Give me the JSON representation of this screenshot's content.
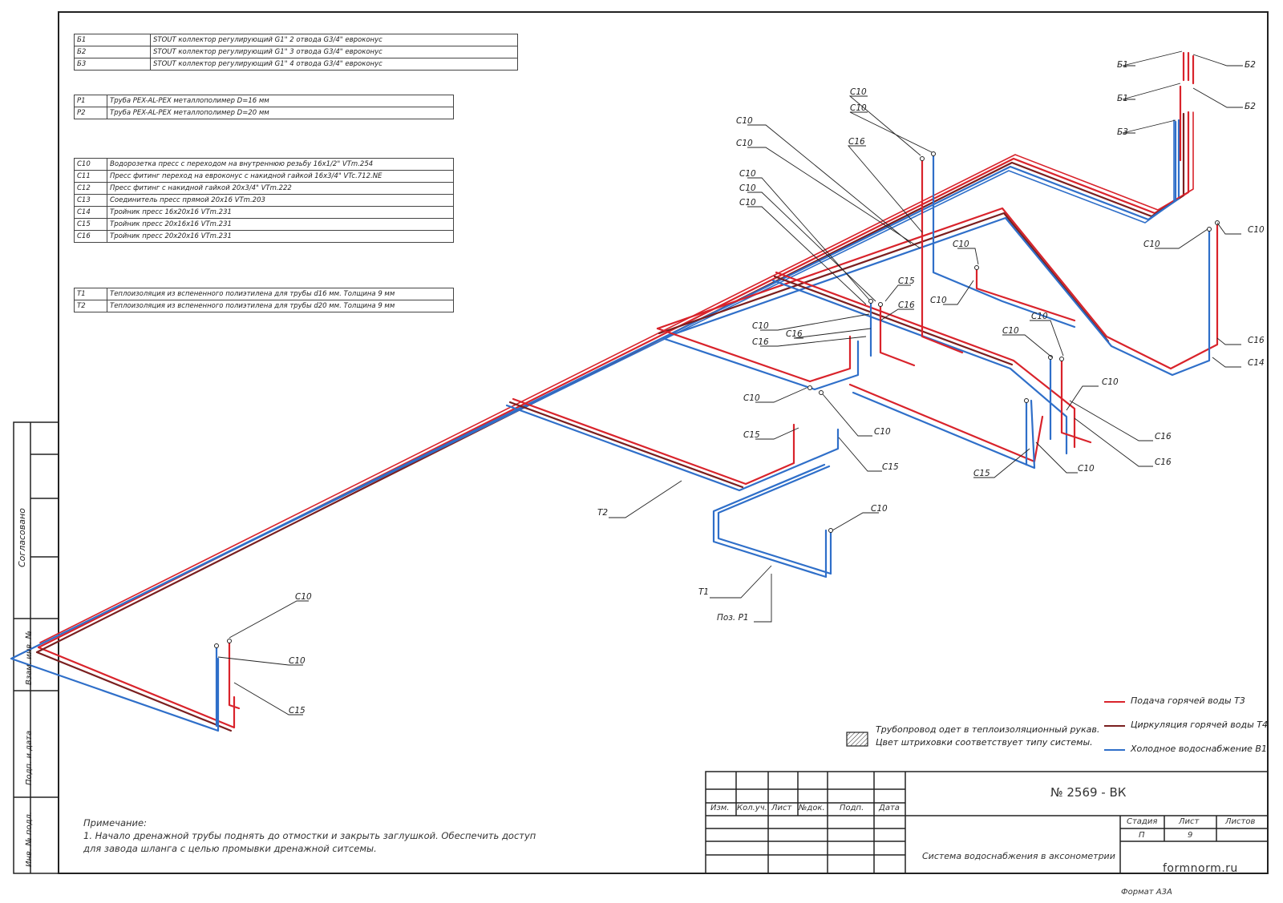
{
  "collectors_table": [
    {
      "code": "Б1",
      "desc": "STOUT коллектор регулирующий  G1\" 2 отвода G3/4\" евроконус"
    },
    {
      "code": "Б2",
      "desc": "STOUT коллектор регулирующий  G1\" 3 отвода G3/4\" евроконус"
    },
    {
      "code": "Б3",
      "desc": "STOUT коллектор регулирующий  G1\" 4 отвода G3/4\" евроконус"
    }
  ],
  "pipes_table": [
    {
      "code": "Р1",
      "desc": "Труба PEX-AL-PEX металлополимер D=16 мм"
    },
    {
      "code": "Р2",
      "desc": "Труба PEX-AL-PEX металлополимер D=20 мм"
    }
  ],
  "fittings_table": [
    {
      "code": "С10",
      "desc": "Водорозетка пресс с переходом на внутреннюю резьбу 16х1/2\" VTm.254"
    },
    {
      "code": "С11",
      "desc": "Пресс фитинг переход на евроконус с накидной гайкой 16х3/4\" VTc.712.NE"
    },
    {
      "code": "С12",
      "desc": "Пресс фитинг с накидной гайкой 20х3/4\" VTm.222"
    },
    {
      "code": "С13",
      "desc": "Соединитель пресс прямой 20х16 VTm.203"
    },
    {
      "code": "С14",
      "desc": "Тройник пресс 16х20х16 VTm.231"
    },
    {
      "code": "С15",
      "desc": "Тройник пресс 20х16х16 VTm.231"
    },
    {
      "code": "С16",
      "desc": "Тройник пресс 20х20х16 VTm.231"
    }
  ],
  "insulation_table": [
    {
      "code": "Т1",
      "desc": "Теплоизоляция из вспененного полиэтилена для трубы d16 мм. Толщина 9 мм"
    },
    {
      "code": "Т2",
      "desc": "Теплоизоляция из вспененного полиэтилена для трубы d20 мм. Толщина 9 мм"
    }
  ],
  "labels": {
    "c10": "С10",
    "c14": "С14",
    "c15": "С15",
    "c16": "С16",
    "b1": "Б1",
    "b2": "Б2",
    "b3": "Б3",
    "t1": "Т1",
    "t2": "Т2",
    "pos_p1": "Поз. Р1"
  },
  "legend": {
    "hatch_text_1": "Трубопровод одет в теплоизоляционный рукав.",
    "hatch_text_2": "Цвет штриховки соответствует типу системы.",
    "items": [
      {
        "label": "Подача горячей воды Т3",
        "color": "#d9232b"
      },
      {
        "label": "Циркуляция горячей воды Т4",
        "color": "#7a1f1f"
      },
      {
        "label": "Холодное водоснабжение В1",
        "color": "#2f6fc9"
      }
    ]
  },
  "note": {
    "title": "Примечание:",
    "line1": "1. Начало дренажной трубы поднять до отмостки и закрыть заглушкой. Обеспечить доступ",
    "line2": "для завода шланга с целью промывки дренажной ситсемы."
  },
  "side_stamps": {
    "agreed": "Согласовано",
    "replaced": "Взам. инв. №",
    "sign_date": "Подп. и дата",
    "inv_no": "Инв. № подл."
  },
  "title_block": {
    "doc_number": "№ 2569 - ВК",
    "sheet_title": "Система водоснабжения в аксонометрии",
    "col_izm": "Изм.",
    "col_kol": "Кол.уч.",
    "col_list": "Лист",
    "col_ndoc": "№док.",
    "col_podp": "Подп.",
    "col_data": "Дата",
    "stage_label": "Стадия",
    "sheet_label": "Лист",
    "sheets_label": "Листов",
    "stage_value": "П",
    "sheet_value": "9",
    "sheets_value": "",
    "site": "formnorm.ru",
    "format": "Формат А3А"
  },
  "colors": {
    "hot": "#d9232b",
    "circ": "#7a1f1f",
    "cold": "#2f6fc9",
    "line": "#222222"
  }
}
